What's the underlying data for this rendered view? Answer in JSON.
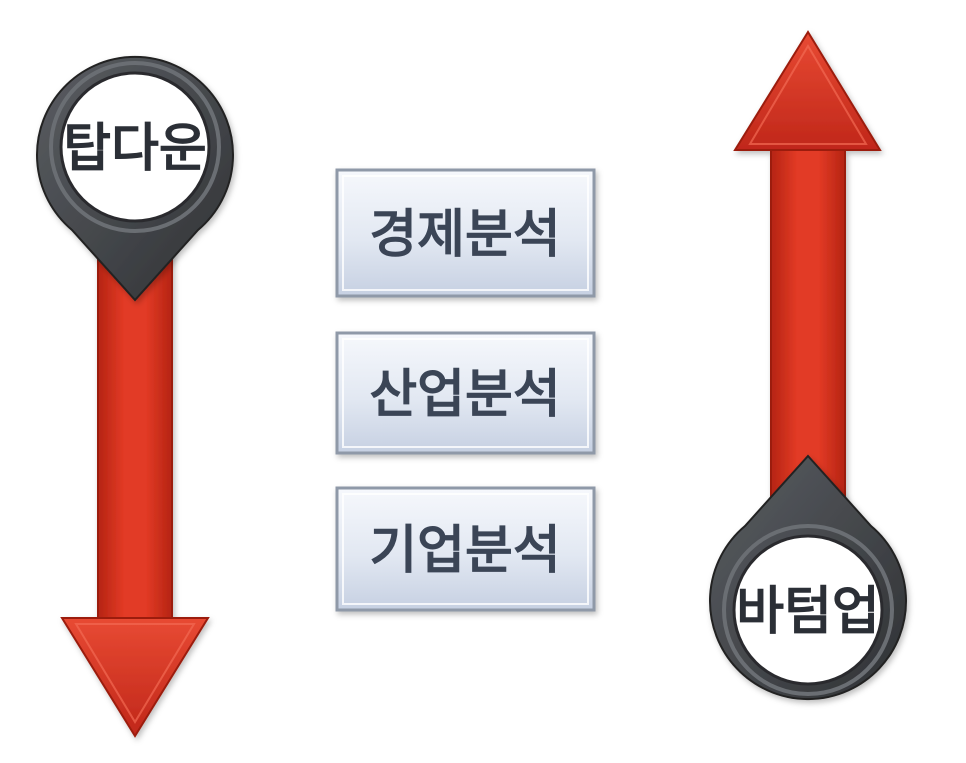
{
  "pins": {
    "top_down": {
      "label": "탑다운"
    },
    "bottom_up": {
      "label": "바텀업"
    }
  },
  "boxes": [
    {
      "label": "경제분석"
    },
    {
      "label": "산업분석"
    },
    {
      "label": "기업분석"
    }
  ],
  "colors": {
    "arrow_red": "#d9301e",
    "arrow_dark_red": "#a5200f",
    "pin_gray": "#4a4c50",
    "pin_dark": "#2e3033",
    "box_fill_top": "#f4f7fc",
    "box_fill_bottom": "#c9d4e6",
    "box_border": "#9aa4b2",
    "text_dark": "#2b2f36"
  }
}
